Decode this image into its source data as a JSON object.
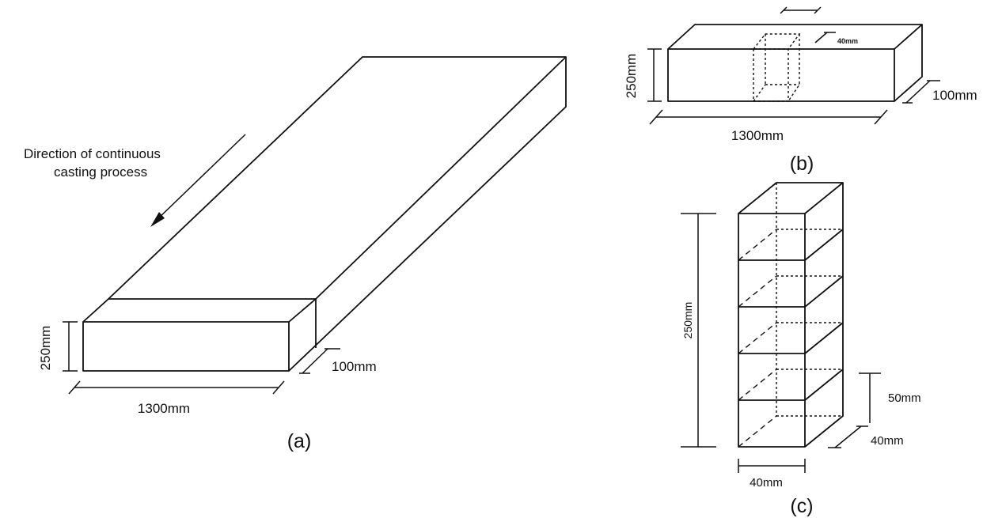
{
  "panel_a": {
    "direction_line1": "Direction of continuous",
    "direction_line2": "casting process",
    "height": "250mm",
    "width": "1300mm",
    "depth": "100mm",
    "caption": "(a)"
  },
  "panel_b": {
    "height": "250mm",
    "width": "1300mm",
    "depth": "100mm",
    "sample_size": "40mm",
    "caption": "(b)"
  },
  "panel_c": {
    "height": "250mm",
    "segment": "50mm",
    "depth": "40mm",
    "width": "40mm",
    "caption": "(c)"
  }
}
